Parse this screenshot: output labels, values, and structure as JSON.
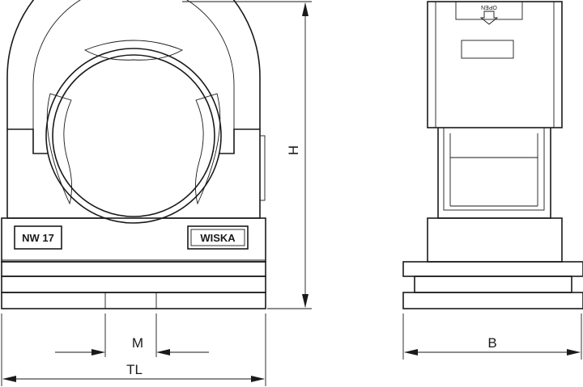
{
  "front_view": {
    "size_label": "NW 17",
    "brand_label": "WISKA"
  },
  "side_view": {
    "open_label": "OPEN"
  },
  "dimensions": {
    "height": "H",
    "width": "B",
    "total_length": "TL",
    "mounting": "M"
  }
}
